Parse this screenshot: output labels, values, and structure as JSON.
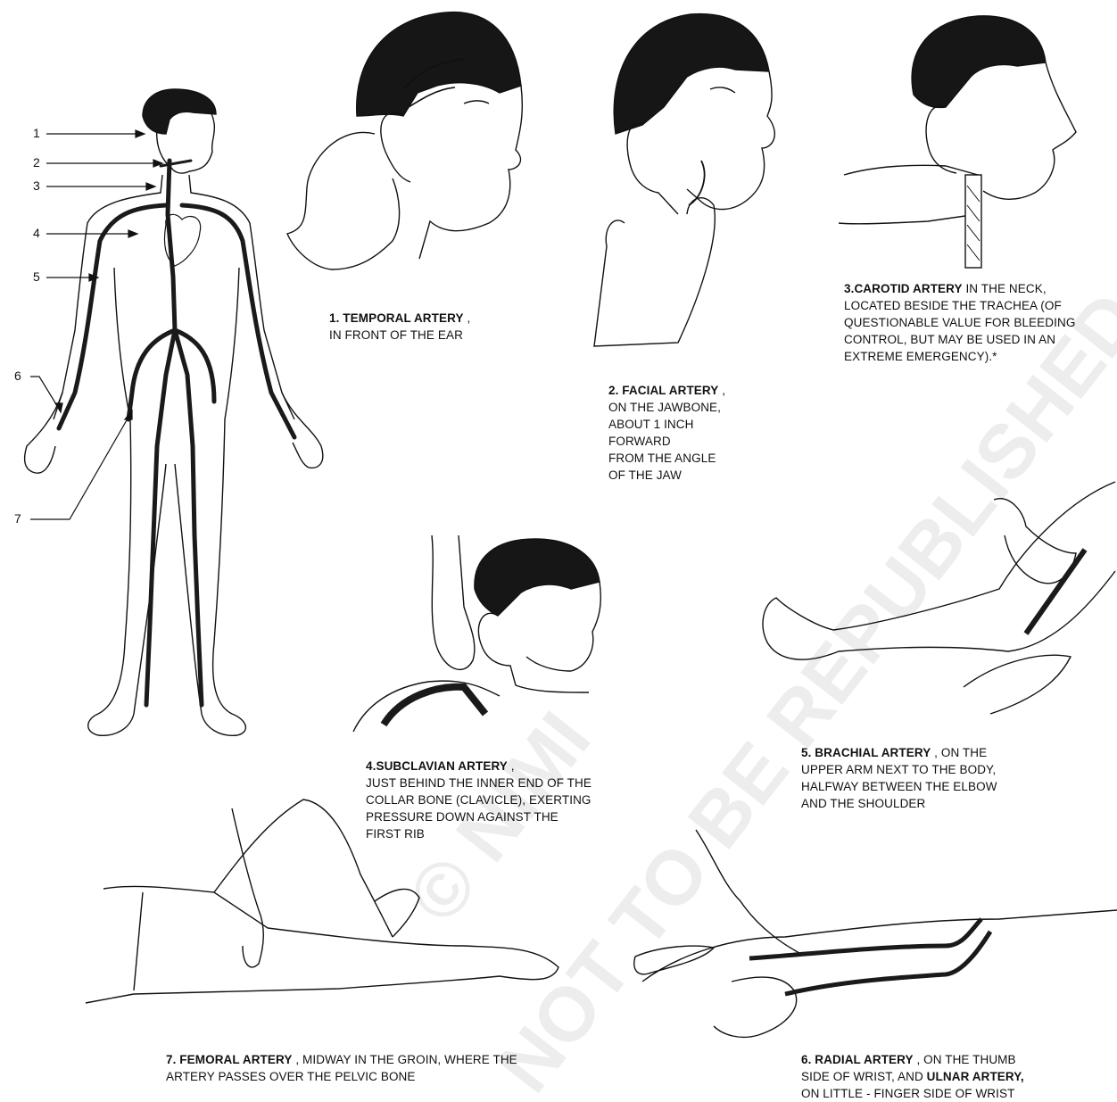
{
  "figure_labels": {
    "n1": "1",
    "n2": "2",
    "n3": "3",
    "n4": "4",
    "n5": "5",
    "n6": "6",
    "n7": "7"
  },
  "captions": {
    "temporal": {
      "title": "1. TEMPORAL ARTERY",
      "sep": " ,",
      "lines": [
        "IN FRONT OF THE EAR"
      ]
    },
    "facial": {
      "title": "2. FACIAL ARTERY",
      "sep": " ,",
      "lines": [
        "ON THE JAWBONE,",
        "ABOUT 1 INCH",
        "FORWARD",
        "FROM THE ANGLE",
        "OF THE JAW"
      ]
    },
    "carotid": {
      "title": "3.CAROTID ARTERY",
      "first_rest": "  IN THE NECK,",
      "lines": [
        "LOCATED BESIDE THE TRACHEA (OF",
        "QUESTIONABLE VALUE FOR BLEEDING",
        "CONTROL, BUT MAY BE USED IN AN",
        "EXTREME EMERGENCY).*"
      ]
    },
    "subclavian": {
      "title": "4.SUBCLAVIAN ARTERY",
      "sep": " ,",
      "lines": [
        "JUST BEHIND THE INNER END OF THE",
        "COLLAR BONE (CLAVICLE), EXERTING",
        "PRESSURE DOWN AGAINST THE",
        "FIRST RIB"
      ]
    },
    "brachial": {
      "title": "5. BRACHIAL ARTERY",
      "first_rest": " , ON THE",
      "lines": [
        "UPPER ARM NEXT TO THE BODY,",
        "HALFWAY BETWEEN THE ELBOW",
        "AND THE SHOULDER"
      ]
    },
    "radial": {
      "title": "6. RADIAL ARTERY",
      "first_rest": " , ON THE THUMB",
      "line2_pre": "SIDE OF WRIST, AND  ",
      "line2_bold": "ULNAR ARTERY,",
      "line3": "ON LITTLE - FINGER SIDE OF WRIST"
    },
    "femoral": {
      "title": "7. FEMORAL ARTERY",
      "first_rest": " , MIDWAY IN THE GROIN, WHERE THE",
      "lines": [
        "ARTERY PASSES OVER THE PELVIC BONE"
      ]
    }
  },
  "watermark": {
    "line1": "© NIMI",
    "line2": "NOT TO BE REPUBLISHED"
  },
  "colors": {
    "ink": "#111111",
    "artery": "#1a1a1a",
    "hair": "#161616",
    "watermark": "#000000"
  }
}
